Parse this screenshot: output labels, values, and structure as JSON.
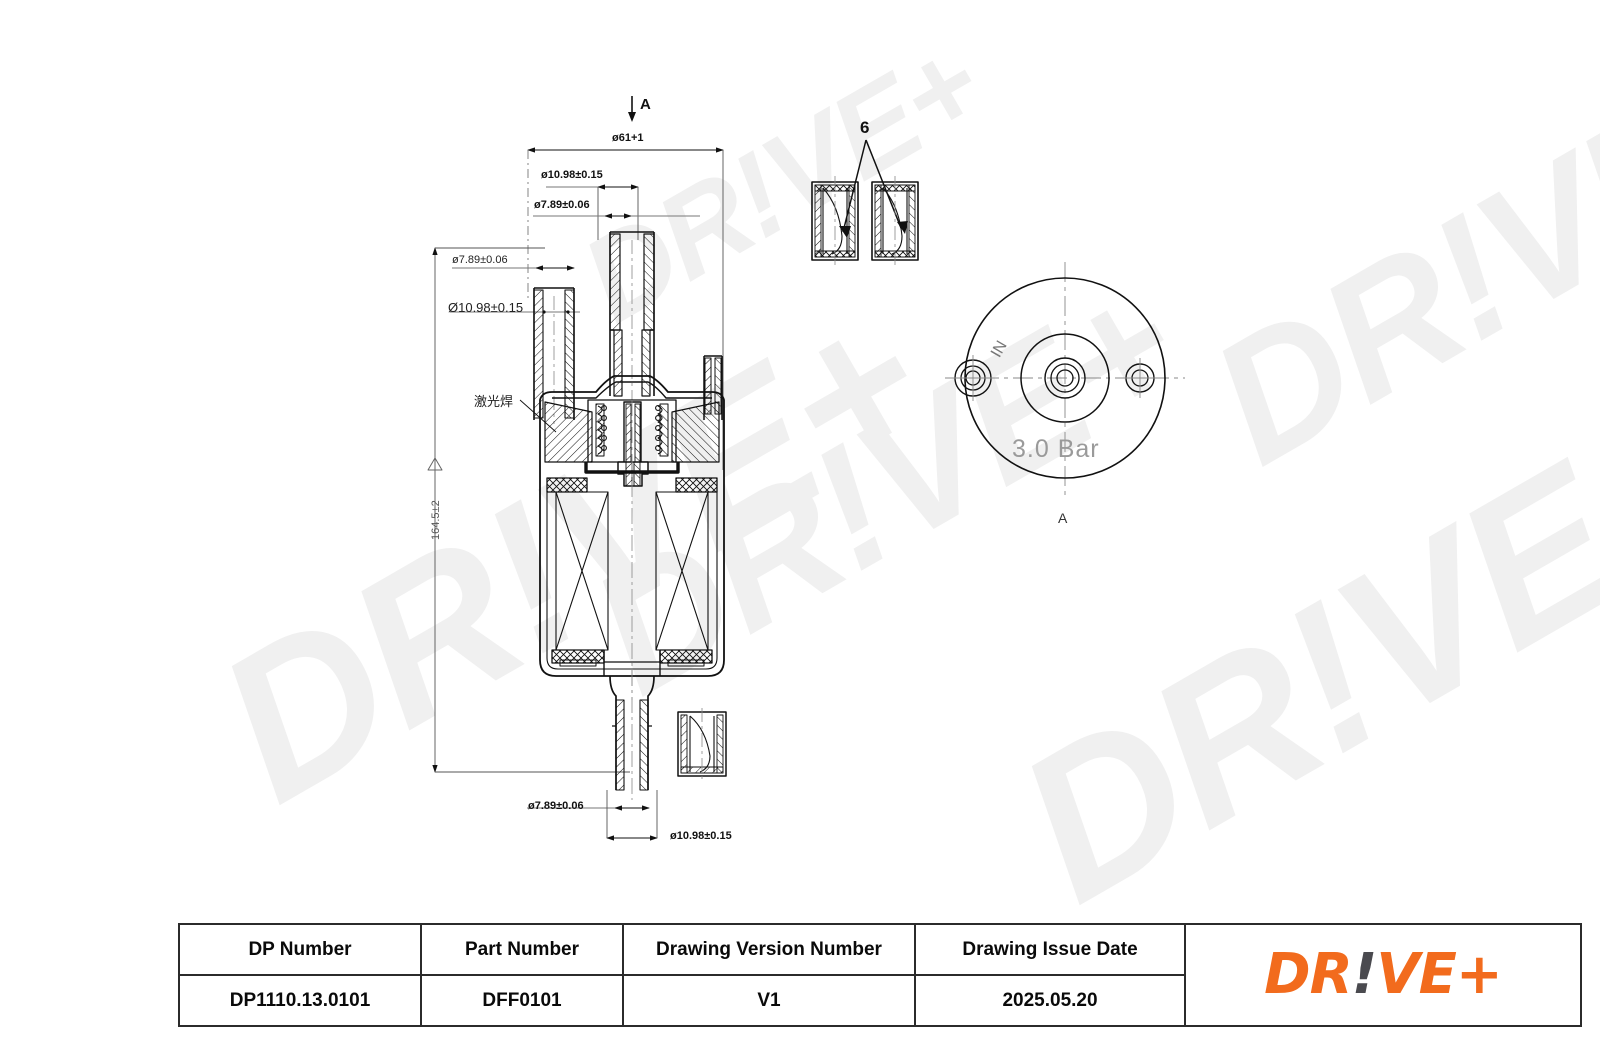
{
  "document": {
    "type": "engineering-drawing",
    "subject": "fuel filter assembly cross-section"
  },
  "watermark": {
    "text": "DR!VE+"
  },
  "drawing": {
    "section_marker_top": "A",
    "section_marker_bottom": "A",
    "balloon_callout": "6",
    "note_chinese": "激光焊",
    "dimensions": {
      "overall_diameter": "ø61+1",
      "top_port_outer": "ø10.98±0.15",
      "top_port_inner": "ø7.89±0.06",
      "side_port_inner": "ø7.89±0.06",
      "side_port_outer": "Ø10.98±0.15",
      "overall_length": "164.5±2",
      "bottom_port_inner": "ø7.89±0.06",
      "bottom_port_outer": "ø10.98±0.15"
    },
    "view_a": {
      "label": "A",
      "pressure_text": "3.0 Bar",
      "inlet_text": "IN"
    }
  },
  "title_block": {
    "columns": [
      {
        "header": "DP Number",
        "value": "DP1110.13.0101"
      },
      {
        "header": "Part Number",
        "value": "DFF0101"
      },
      {
        "header": "Drawing Version Number",
        "value": "V1"
      },
      {
        "header": "Drawing Issue Date",
        "value": "2025.05.20"
      }
    ],
    "logo": {
      "part1": "DR",
      "part2": "!",
      "part3": "VE+"
    }
  },
  "colors": {
    "brand_orange": "#F26B1D",
    "brand_gray": "#4a4a4f",
    "line": "#111111",
    "watermark": "#f0f0f0"
  }
}
